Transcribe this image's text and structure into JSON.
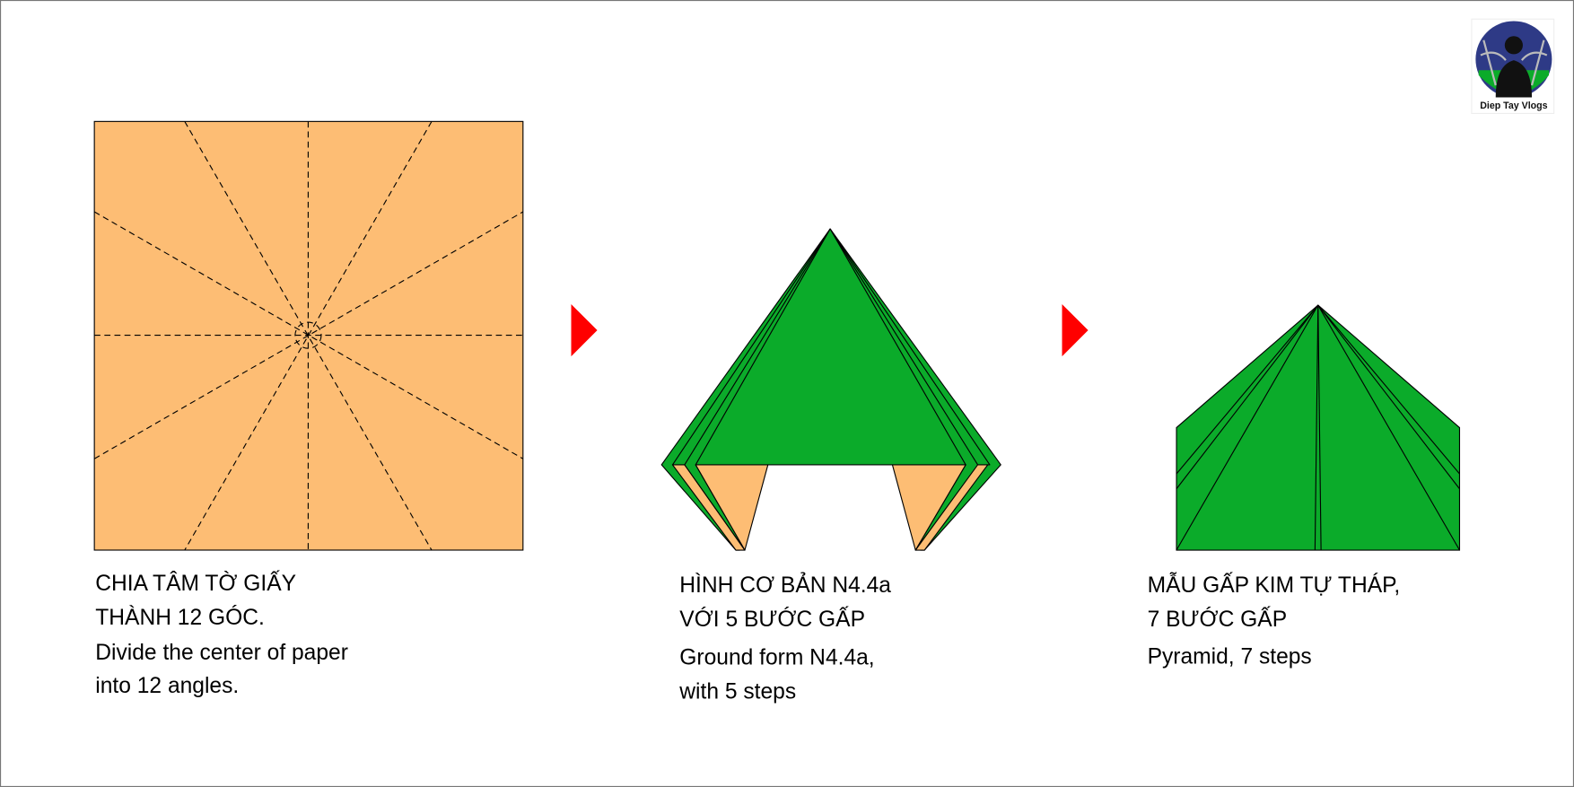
{
  "colors": {
    "paper": "#fdbd74",
    "green": "#0bab2a",
    "arrow": "#ff0000",
    "logo_bg": "#2e3a86"
  },
  "logo": {
    "text": "Diep Tay Vlogs"
  },
  "steps": [
    {
      "lines": [
        "CHIA TÂM TỜ GIẤY",
        "THÀNH 12 GÓC.",
        "Divide the center of paper",
        "into 12 angles."
      ]
    },
    {
      "lines": [
        "HÌNH CƠ BẢN N4.4a",
        "VỚI 5 BƯỚC GẤP",
        "Ground form N4.4a,",
        "with 5 steps"
      ]
    },
    {
      "lines": [
        "MẪU GẤP KIM TỰ THÁP,",
        "7 BƯỚC GẤP",
        "Pyramid, 7 steps"
      ]
    }
  ]
}
